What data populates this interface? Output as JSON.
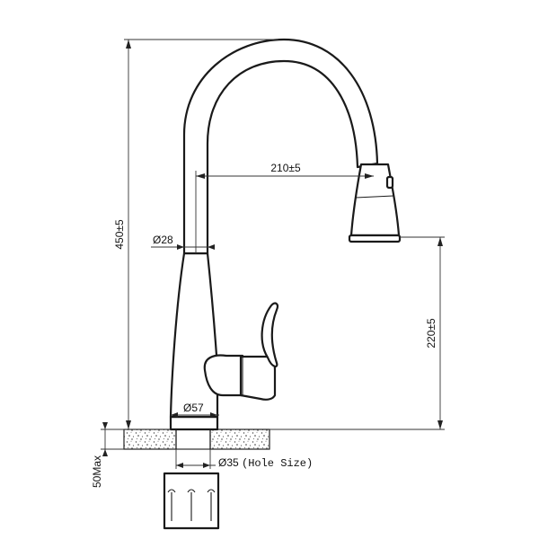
{
  "dimensions": {
    "total_height": "450±5",
    "reach": "210±5",
    "spout_diameter": "Ø28",
    "spout_clearance": "220±5",
    "base_diameter": "Ø57",
    "hole_diameter": "Ø35",
    "hole_note": "(Hole Size)",
    "deck_thickness": "50Max"
  }
}
